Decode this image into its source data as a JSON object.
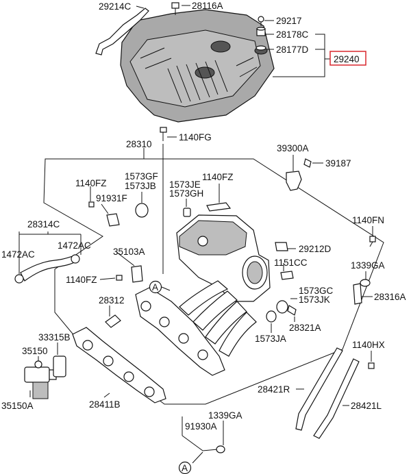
{
  "diagram": {
    "callouts": {
      "c29214C": "29214C",
      "c28116A": "28116A",
      "c29217": "29217",
      "c28178C": "28178C",
      "c28177D": "28177D",
      "c29240": "29240",
      "c1140FG": "1140FG",
      "c28310": "28310",
      "c39300A": "39300A",
      "c39187": "39187",
      "c1573GF": "1573GF",
      "c1573JB": "1573JB",
      "c1573JE": "1573JE",
      "c1573GH": "1573GH",
      "c1140FZ_a": "1140FZ",
      "c1140FZ_b": "1140FZ",
      "c91931F": "91931F",
      "c28314C": "28314C",
      "c1472AC_a": "1472AC",
      "c1472AC_b": "1472AC",
      "c1140FN": "1140FN",
      "c35103A": "35103A",
      "c29212D": "29212D",
      "c1151CC": "1151CC",
      "c1339GA_a": "1339GA",
      "c1140FZ_c": "1140FZ",
      "c28316A": "28316A",
      "c1573GC": "1573GC",
      "c1573JK": "1573JK",
      "c28312": "28312",
      "c28321A": "28321A",
      "c33315B": "33315B",
      "c1573JA": "1573JA",
      "c35150": "35150",
      "c1140HX": "1140HX",
      "c35150A": "35150A",
      "c28411B": "28411B",
      "c28421R": "28421R",
      "c28421L": "28421L",
      "c1339GA_b": "1339GA",
      "c91930A": "91930A"
    },
    "ref_markers": {
      "marker_a_top": "A",
      "marker_a_bottom": "A"
    },
    "highlight_color": "#d9262c"
  }
}
